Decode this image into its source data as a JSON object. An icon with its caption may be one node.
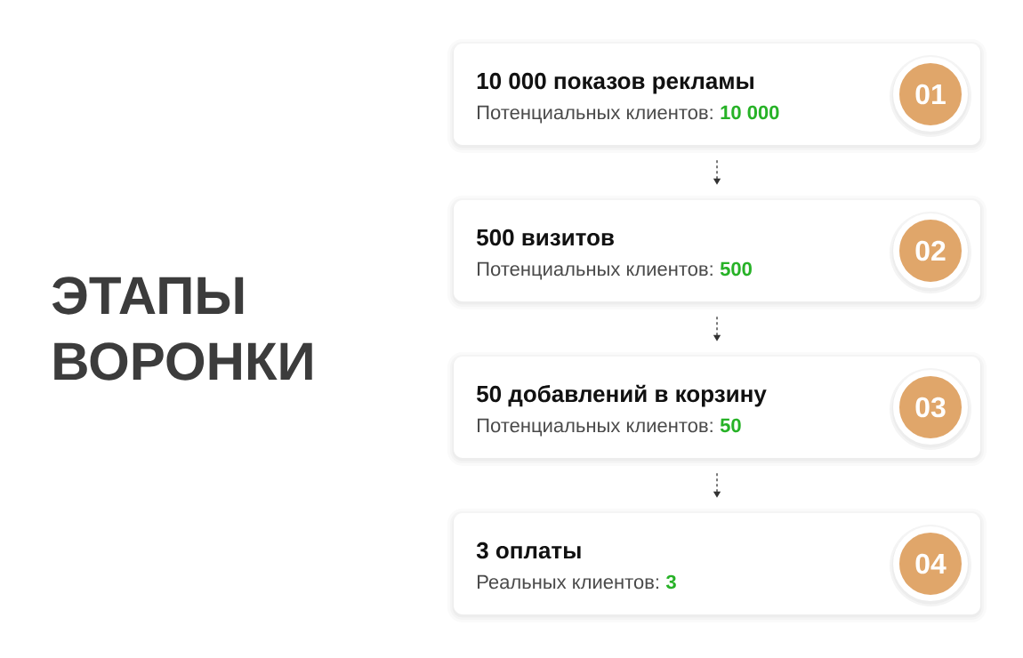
{
  "diagram": {
    "title": "ЭТАПЫ ВОРОНКИ",
    "nodes": [
      {
        "text": [
          "10 000 показов рекламы",
          "Потенциальных клиентов:",
          "10 000"
        ]
      },
      {
        "text": [
          "01"
        ],
        "in": 0
      },
      {
        "text": [
          "500 визитов",
          "Потенциальных клиентов:",
          "500"
        ]
      },
      {
        "text": [
          "02"
        ],
        "in": 2
      },
      {
        "text": [
          "50 добавлений в корзину",
          "Потенциальных клиентов:",
          "50"
        ]
      },
      {
        "text": [
          "03"
        ],
        "in": 4
      },
      {
        "text": [
          "3 оплаты",
          "Реальных клиентов:",
          "3"
        ]
      },
      {
        "text": [
          "04"
        ],
        "in": 6
      }
    ],
    "edges": [
      {
        "from": 0,
        "to": 2,
        "arrow": "to",
        "style": "dashed"
      },
      {
        "from": 2,
        "to": 4,
        "arrow": "to",
        "style": "dashed"
      },
      {
        "from": 4,
        "to": 6,
        "arrow": "to",
        "style": "dashed"
      }
    ]
  }
}
